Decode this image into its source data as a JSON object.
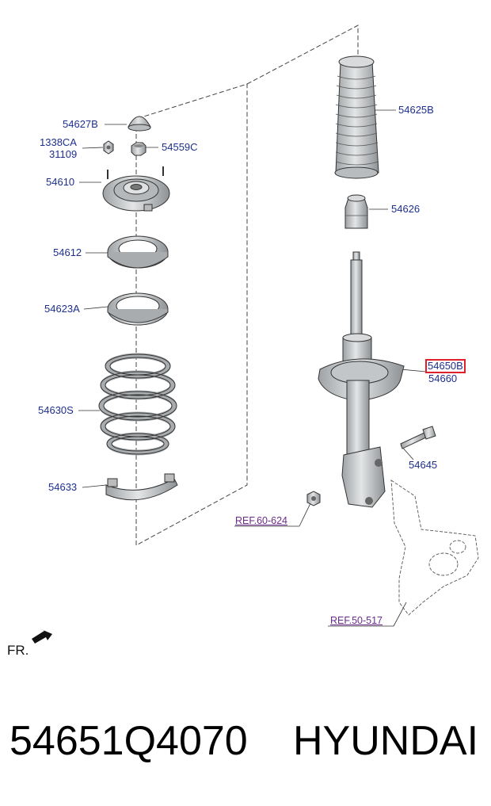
{
  "labels": {
    "p54627B": "54627B",
    "p1338CA": "1338CA",
    "p31109": "31109",
    "p54559C": "54559C",
    "p54610": "54610",
    "p54612": "54612",
    "p54623A": "54623A",
    "p54630S": "54630S",
    "p54633": "54633",
    "p54625B": "54625B",
    "p54626": "54626",
    "p54650B": "54650B",
    "p54660": "54660",
    "p54645": "54645",
    "ref60": "REF.60-624",
    "ref50": "REF.50-517"
  },
  "direction_label": "FR.",
  "footer": {
    "part_number": "54651Q4070",
    "brand": "HYUNDAI"
  },
  "colors": {
    "label_blue": "#1d2f8c",
    "ref_purple": "#6b2a8c",
    "highlight_red": "#e0202a",
    "part_fill": "#c9ccce",
    "line": "#333333"
  }
}
